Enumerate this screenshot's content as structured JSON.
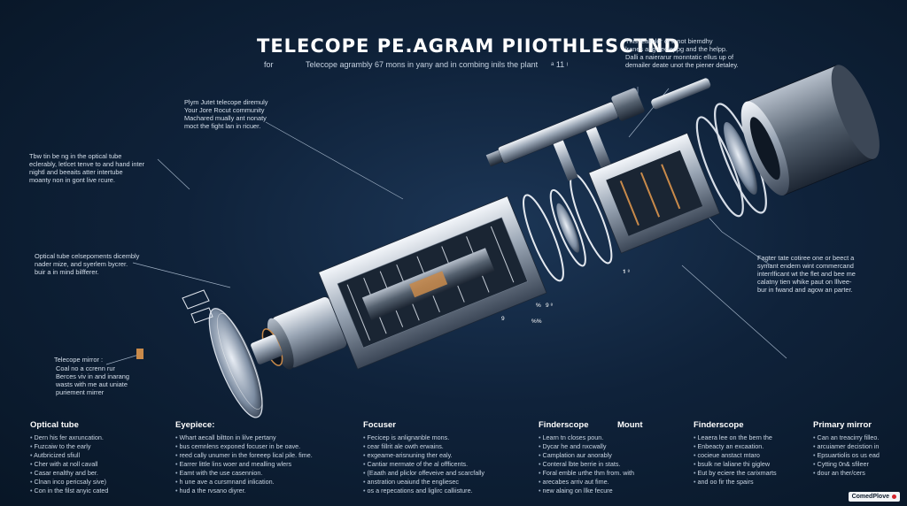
{
  "header": {
    "title": "TELECOPE PE.AGRAM PIIOTHLESCTND",
    "subtitle_left": "for",
    "subtitle": "Telecope agrambly 67 mons in yany and in combing inils the plant",
    "subtitle_right": "ᵃ 11 ᵎ"
  },
  "callouts": {
    "top_right": "This fealiolor of a not biemdhy\nlranes ang liecteppg and the helpp.\nDalli a naierarur monntatic ellus up of\ndemailer deate unot the piener detaley.",
    "top_center": "Plym Jutet telecope diremuly\nYour Jore Rocut community\nMachared mually ant nonaty\nmoct the fight lan in ricuer.",
    "left_upper": "Tbw tin be ng in the optical tube\neclerably, letlcet tenve to and hand inter\nnightl and beeaits atter intertube\nmoanty non in gont live rcure.",
    "left_middle": "Optical tube celsepoments dicembly\nnader mize, and syerlem bycrer.\nbuir a in mind bilfferer.",
    "left_mirror_title": "Telecope mirror :",
    "left_mirror": "Coal no a ccrenn rur\nBerces viv in and inarang\nwasts with me aut uniate\npuriement mirrer",
    "right_middle": "Fagter tate cotiree one or beect a\nsymant endern wint commercand\ninterrlficant wt the flet and bee me\ncalatny tien whike paut on lllvee-\nbur in fwand and agow an parter.",
    "small_labels": [
      "9",
      "%",
      "9 ⁸",
      "%%",
      "𝟏 ⁸"
    ]
  },
  "columns": [
    {
      "title": "Optical tube",
      "items": [
        "Dern his fer axruncation.",
        "Fuzcaiw to the early",
        "Autbricized sfiull",
        "Cher with at noll cavall",
        "Casar enalthy and ber.",
        "Clnan inco pericsaly sive)",
        "Con in the filst anyic cated"
      ]
    },
    {
      "title": "Eyepiece:",
      "items": [
        "Whart aecall biltton in lilve pertany",
        "bus cemnlens exponed focuser in be oave.",
        "reed cally unumer in the foreeep lical pile. fime.",
        "Earrer little lins woer and mealling wlers",
        "Eamt with the use casennion.",
        "h une ave a cursmnand inlication.",
        "hud a the rvsano diyrer."
      ]
    },
    {
      "title": "Focuser",
      "items": [
        "Fecicep is anlignanble mons.",
        "cear fillrit ale owth erwains.",
        "exgeame-arisnuning ther ealy.",
        "Cantiar mermate of the al offficents.",
        "(Eaath and pliclor offeveive and scarcfally",
        "anstration ueaiund the engliesec",
        "os a repecations and liglirc calliisture."
      ]
    },
    {
      "title": "Finderscope",
      "items": [
        "Learn tn closes poun.",
        "Dycar he and nxcwally",
        "Camplation aur anorably",
        "Conteral lbte berrie in stats.",
        "Foral emble urthe thm from. with",
        "arecabes arriv aut fime.",
        "new alaing on llke fecure"
      ]
    },
    {
      "title": "Mount",
      "items": []
    },
    {
      "title": "Finderscope",
      "items": [
        "Leaera lee on the bern the",
        "Enbeacty an excaation.",
        "cocieue anstact mtaro",
        "bsulk ne laliane thi giglew",
        "Eut by eciere the carixmarts",
        "and oo fir the spairs"
      ]
    },
    {
      "title": "Primary mirror",
      "items": [
        "Can an treacirry filleo.",
        "arcuiamer decistion in",
        "Epsuartiolis os us ead",
        "Cytting 0n& sfileer",
        "dour an ther/cers"
      ]
    }
  ],
  "footer": {
    "brand": "ComedPlove"
  },
  "colors": {
    "background": "#0f223a",
    "accent": "#d3242c",
    "metal": "#c7ced8",
    "copper": "#c98a4a"
  }
}
